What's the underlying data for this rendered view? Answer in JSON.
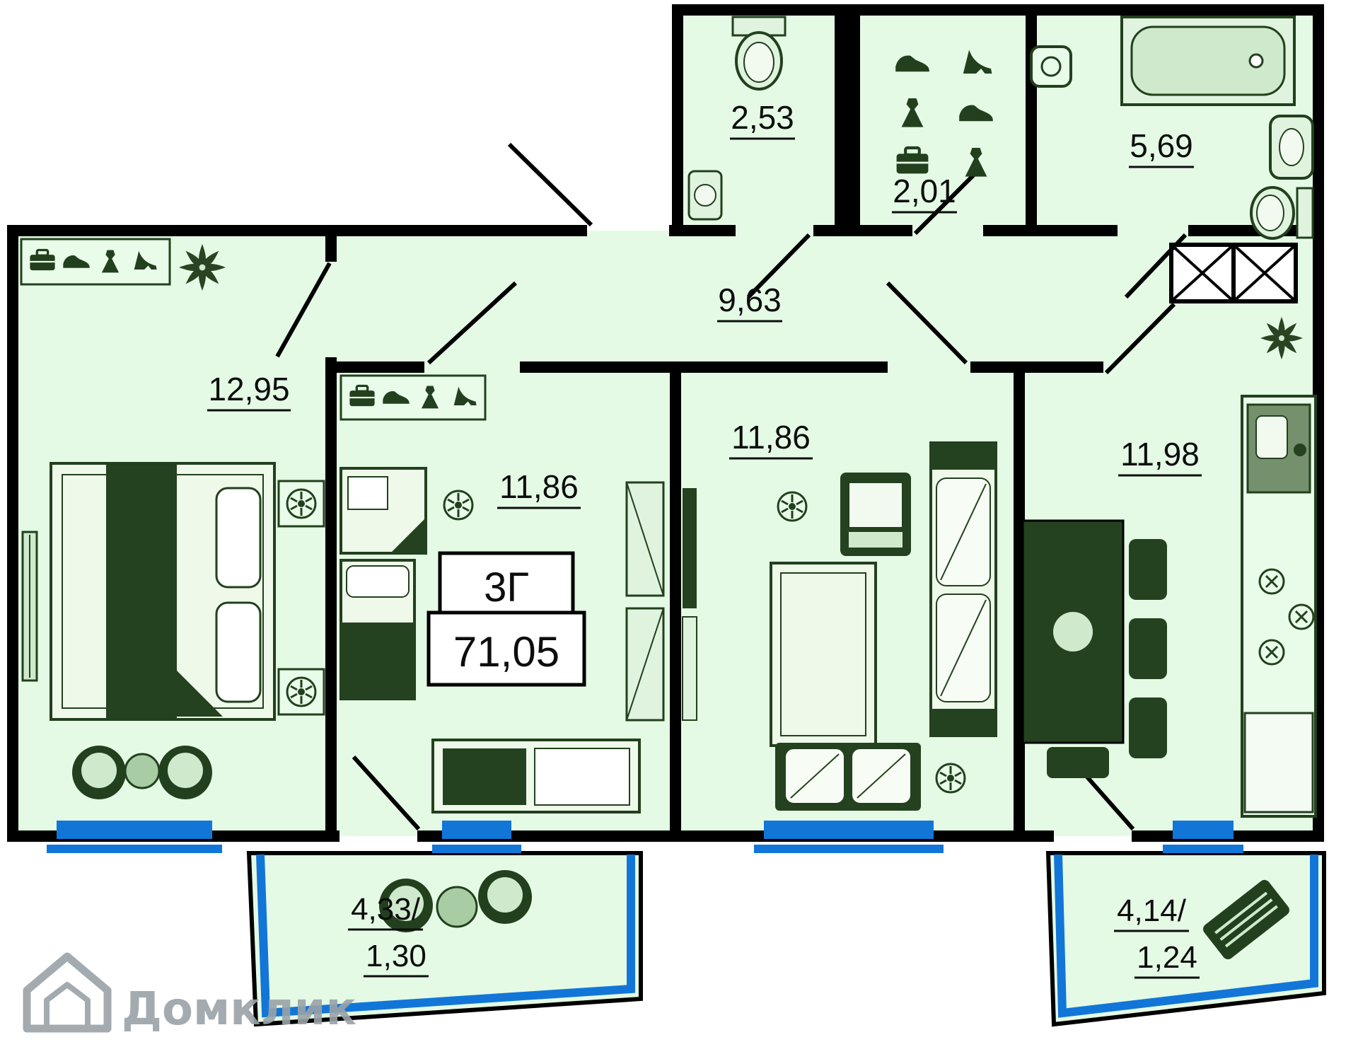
{
  "plan": {
    "unit_type_label": "3Г",
    "total_area": "71,05",
    "rooms": {
      "wc": {
        "area": "2,53"
      },
      "wardrobe": {
        "area": "2,01"
      },
      "bathroom": {
        "area": "5,69"
      },
      "hallway": {
        "area": "9,63"
      },
      "bedroom_1": {
        "area": "12,95"
      },
      "bedroom_2": {
        "area": "11,86"
      },
      "living_room": {
        "area": "11,86"
      },
      "kitchen": {
        "area": "11,98"
      },
      "balcony_1": {
        "area_full": "4,33/",
        "area_reduced": "1,30"
      },
      "balcony_2": {
        "area_full": "4,14/",
        "area_reduced": "1,24"
      }
    },
    "watermark": {
      "brand": "Домклик"
    },
    "icons": {
      "plant": "eight-petal plant marker",
      "fan": "ceiling-light circle with spokes",
      "briefcase": "briefcase wardrobe icon",
      "sneaker": "shoe wardrobe icon",
      "heel": "high-heel wardrobe icon",
      "dress": "dress wardrobe icon"
    },
    "colors": {
      "wall": "#000000",
      "room_fill": "#e4fae5",
      "window_blue": "#1276d8",
      "furniture_dark": "#22401d",
      "furniture_light": "#cfe9cc",
      "watermark_gray": "#9aa3a8"
    }
  }
}
